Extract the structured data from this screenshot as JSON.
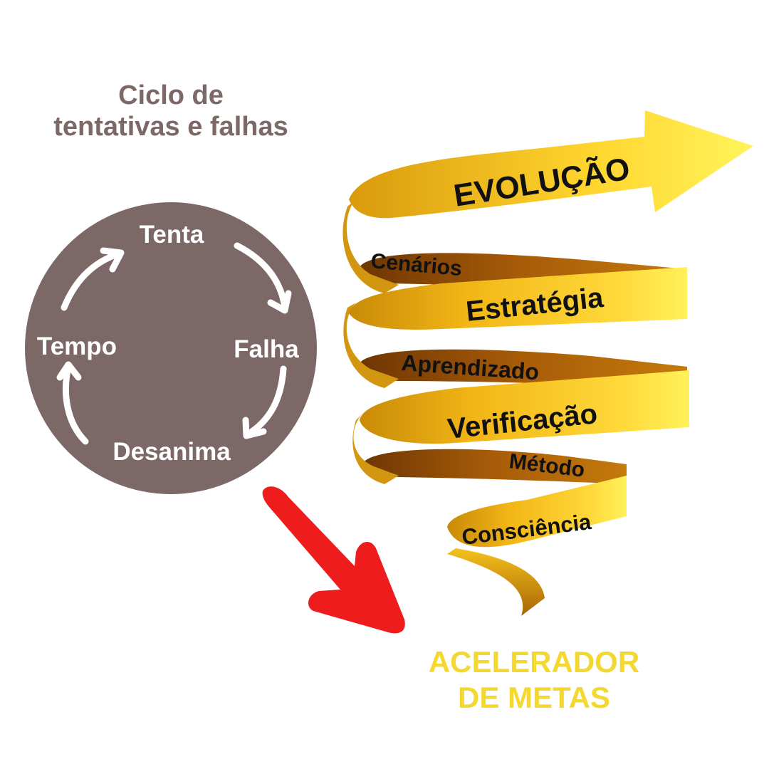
{
  "cycle": {
    "title_line1": "Ciclo de",
    "title_line2": "tentativas e falhas",
    "steps": [
      "Tenta",
      "Falha",
      "Desanima",
      "Tempo"
    ],
    "circle_color": "#7d6868"
  },
  "spiral": {
    "arrow_label": "EVOLUÇÃO",
    "bands": [
      {
        "front": "Estratégia",
        "back": "Cenários"
      },
      {
        "front": "Verificação",
        "back": "Aprendizado"
      },
      {
        "front": "Consciência",
        "back": "Método"
      }
    ],
    "colors": {
      "gold_light": "#ffe94d",
      "gold_mid": "#f2b616",
      "gold_dark": "#8a4a06"
    }
  },
  "accelerator": {
    "line1": "ACELERADOR",
    "line2": "DE METAS",
    "color": "#f4d832"
  },
  "pointer_arrow_color": "#ee1c1c"
}
